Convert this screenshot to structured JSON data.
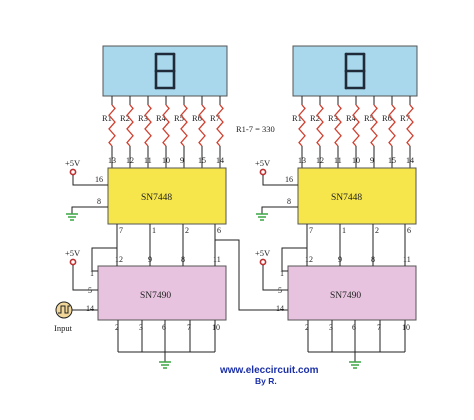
{
  "colors": {
    "display_fill": "#a9d8ec",
    "decoder_fill": "#f6e64c",
    "counter_fill": "#e8c3df",
    "wire": "#222222",
    "resistor": "#d04030",
    "ground": "#3aa544",
    "vcc_dot": "#c03030",
    "credit": "#1a2fa8"
  },
  "display": {
    "digit": "8"
  },
  "resistors": [
    "R1",
    "R2",
    "R3",
    "R4",
    "R5",
    "R6",
    "R7"
  ],
  "resistor_note": "R1-7 = 330",
  "decoder": {
    "name": "SN7448",
    "top_pins": [
      "13",
      "12",
      "11",
      "10",
      "9",
      "15",
      "14"
    ],
    "vcc_pin": "16",
    "gnd_pin": "8",
    "bottom_pins": [
      "7",
      "1",
      "2",
      "6"
    ]
  },
  "counter": {
    "name": "SN7490",
    "top_pins": [
      "12",
      "9",
      "8",
      "11"
    ],
    "left_pins": [
      "1",
      "5",
      "14"
    ],
    "bottom_pins": [
      "2",
      "3",
      "6",
      "7",
      "10"
    ]
  },
  "supply_label": "+5V",
  "input_label": "Input",
  "credit": {
    "site": "www.eleccircuit.com",
    "author": "By R."
  }
}
